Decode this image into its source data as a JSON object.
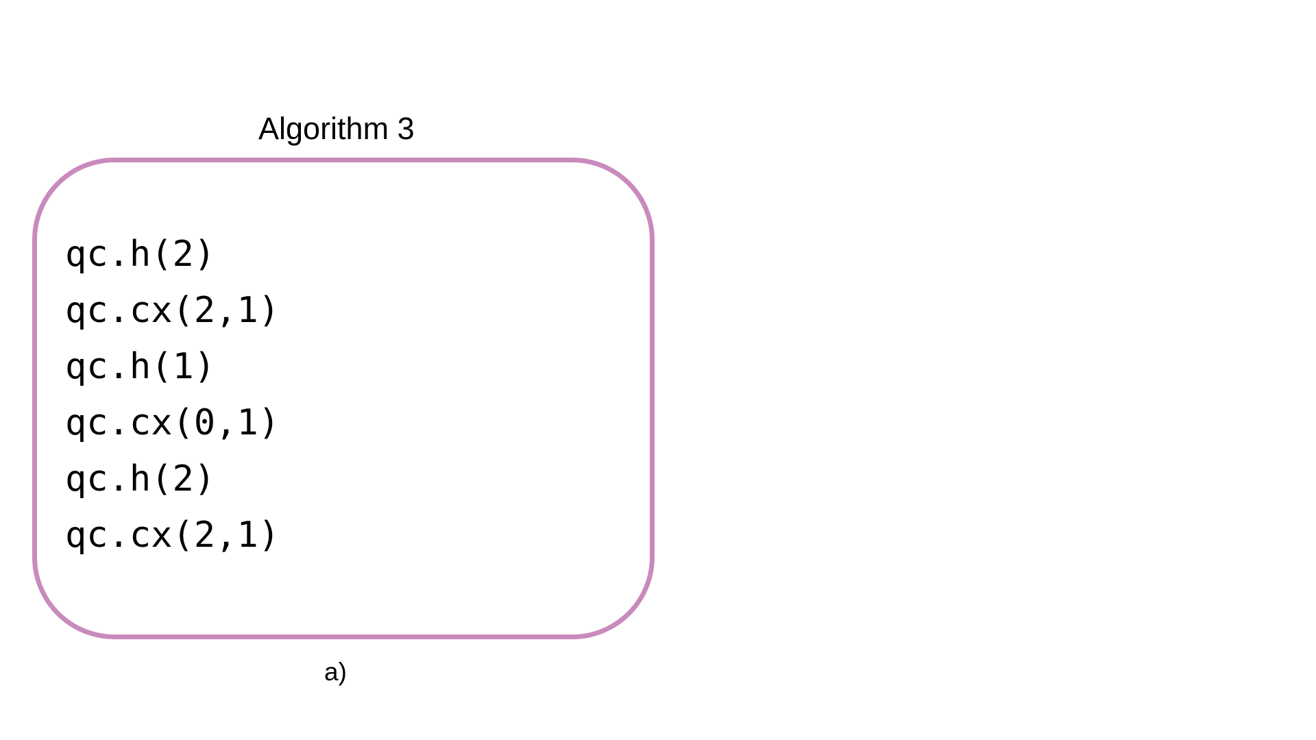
{
  "figure": {
    "title": "Algorithm 3",
    "caption": "a)",
    "border_color": "#c98abc",
    "code_lines": [
      "qc.h(2)",
      "qc.cx(2,1)",
      "qc.h(1)",
      "qc.cx(0,1)",
      "qc.h(2)",
      "qc.cx(2,1)"
    ]
  }
}
